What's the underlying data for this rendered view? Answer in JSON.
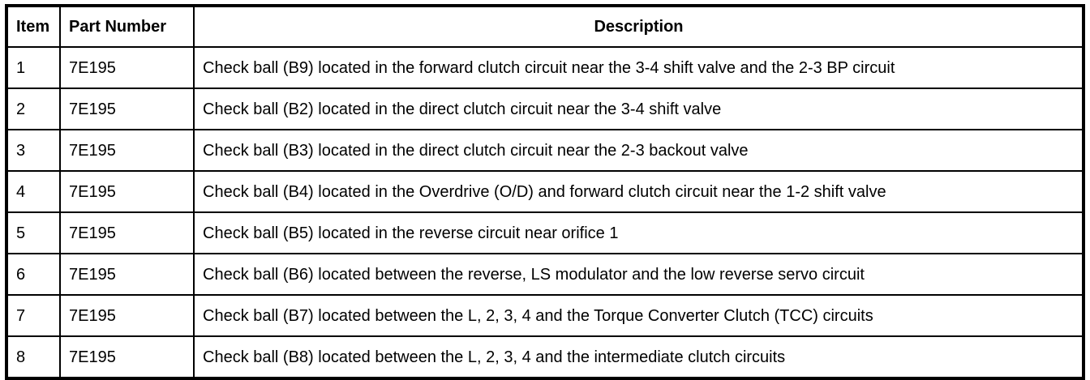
{
  "colors": {
    "border": "#000000",
    "background": "#ffffff",
    "text": "#000000"
  },
  "table": {
    "headers": {
      "item": "Item",
      "part_number": "Part Number",
      "description": "Description"
    },
    "rows": [
      {
        "item": "1",
        "part_number": "7E195",
        "description": "Check ball (B9) located in the forward clutch circuit near the 3-4 shift valve and the 2-3 BP circuit"
      },
      {
        "item": "2",
        "part_number": "7E195",
        "description": "Check ball (B2) located in the direct clutch circuit near the 3-4 shift valve"
      },
      {
        "item": "3",
        "part_number": "7E195",
        "description": "Check ball (B3) located in the direct clutch circuit near the 2-3 backout valve"
      },
      {
        "item": "4",
        "part_number": "7E195",
        "description": "Check ball (B4) located in the Overdrive (O/D) and forward clutch circuit near the 1-2 shift valve"
      },
      {
        "item": "5",
        "part_number": "7E195",
        "description": "Check ball (B5) located in the reverse circuit near orifice 1"
      },
      {
        "item": "6",
        "part_number": "7E195",
        "description": "Check ball (B6) located between the reverse, LS modulator and the low reverse servo circuit"
      },
      {
        "item": "7",
        "part_number": "7E195",
        "description": "Check ball (B7) located between the L, 2, 3, 4 and the Torque Converter Clutch (TCC) circuits"
      },
      {
        "item": "8",
        "part_number": "7E195",
        "description": "Check ball (B8) located between the L, 2, 3, 4 and the intermediate clutch circuits"
      }
    ]
  }
}
